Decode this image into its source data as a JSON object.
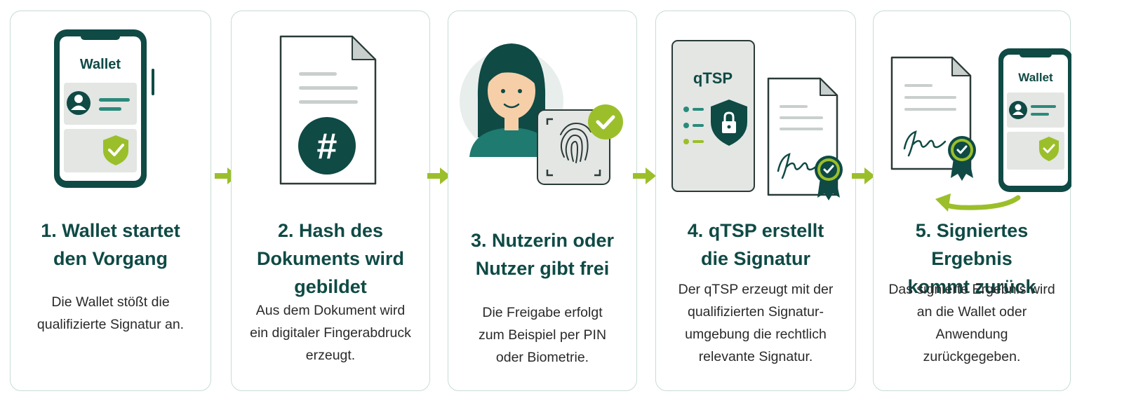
{
  "steps": [
    {
      "title_line1": "1. Wallet startet",
      "title_line2": "den Vorgang",
      "title_line3": "",
      "desc_line1": "Die Wallet stößt die",
      "desc_line2": "qualifizierte Signatur an.",
      "desc_line3": "",
      "desc_line4": "",
      "phone_label": "Wallet"
    },
    {
      "title_line1": "2. Hash des",
      "title_line2": "Dokuments wird",
      "title_line3": "gebildet",
      "desc_line1": "Aus dem Dokument wird",
      "desc_line2": "ein digitaler Fingerabdruck",
      "desc_line3": "erzeugt.",
      "desc_line4": "",
      "hash_symbol": "#"
    },
    {
      "title_line1": "3. Nutzerin oder",
      "title_line2": "Nutzer gibt frei",
      "title_line3": "",
      "desc_line1": "Die Freigabe erfolgt",
      "desc_line2": "zum Beispiel per PIN",
      "desc_line3": "oder Biometrie.",
      "desc_line4": ""
    },
    {
      "title_line1": "4. qTSP erstellt",
      "title_line2": "die Signatur",
      "title_line3": "",
      "desc_line1": "Der qTSP erzeugt mit der",
      "desc_line2": "qualifizierten Signatur-",
      "desc_line3": "umgebung die rechtlich",
      "desc_line4": "relevante Signatur.",
      "server_label": "qTSP"
    },
    {
      "title_line1": "5. Signiertes Ergebnis",
      "title_line2": "kommt zurück",
      "title_line3": "",
      "desc_line1": "Das signierte Ergebnis wird",
      "desc_line2": "an die Wallet oder",
      "desc_line3": "Anwendung",
      "desc_line4": "zurückgegeben.",
      "phone_label": "Wallet"
    }
  ],
  "colors": {
    "dark_teal": "#0f4a45",
    "teal": "#2a8a7c",
    "lime": "#9bbf2a",
    "card_border": "#c7dcd6",
    "panel_gray": "#e3e6e3"
  }
}
